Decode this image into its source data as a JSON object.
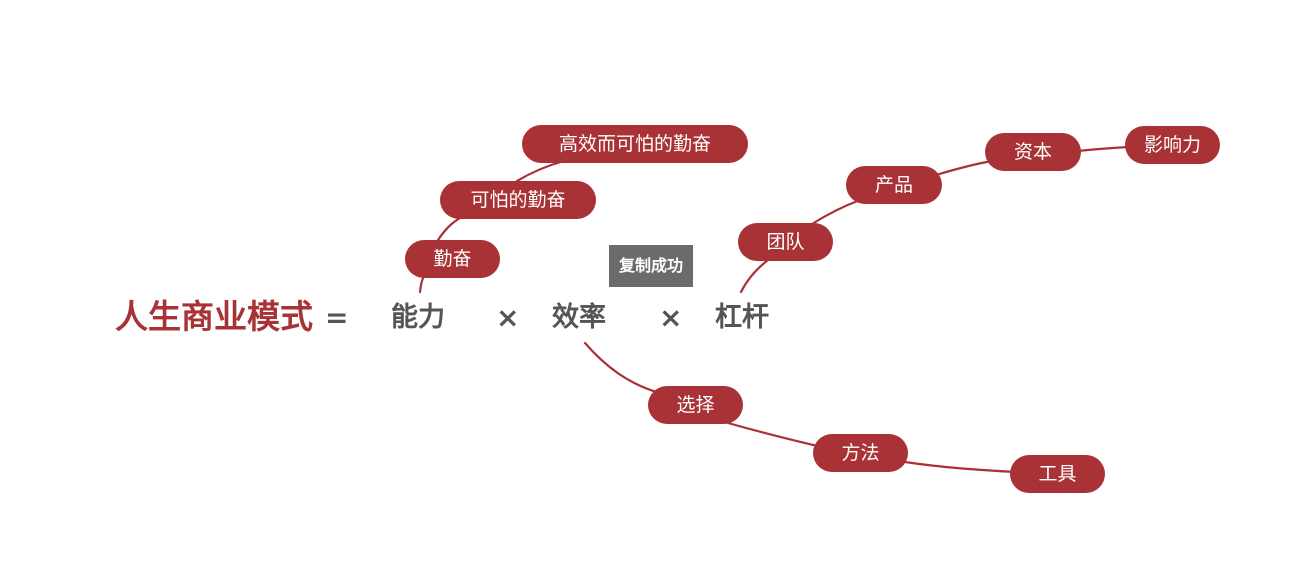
{
  "formula": {
    "title": "人生商业模式",
    "equals": "=",
    "times": "×",
    "terms": [
      "能力",
      "效率",
      "杠杆"
    ]
  },
  "branches": {
    "ability": [
      "勤奋",
      "可怕的勤奋",
      "高效而可怕的勤奋"
    ],
    "efficiency": [
      "选择",
      "方法",
      "工具"
    ],
    "leverage": [
      "团队",
      "产品",
      "资本",
      "影响力"
    ]
  },
  "toast": {
    "message": "复制成功"
  },
  "colors": {
    "accent": "#a83236",
    "term_text": "#555555",
    "toast_bg": "#6b6b6b"
  }
}
